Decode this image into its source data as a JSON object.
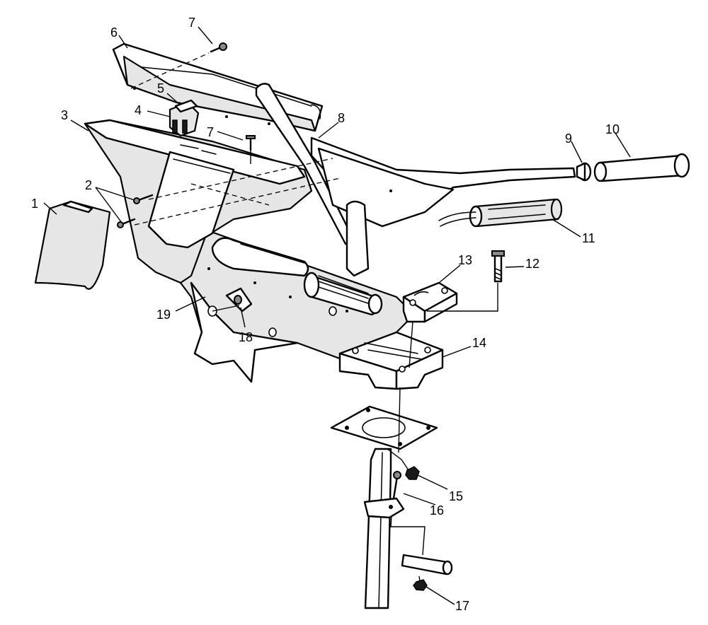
{
  "callouts": [
    {
      "id": "c1",
      "text": "1"
    },
    {
      "id": "c2",
      "text": "2"
    },
    {
      "id": "c3",
      "text": "3"
    },
    {
      "id": "c4",
      "text": "4"
    },
    {
      "id": "c5",
      "text": "5"
    },
    {
      "id": "c6",
      "text": "6"
    },
    {
      "id": "c7a",
      "text": "7"
    },
    {
      "id": "c7b",
      "text": "7"
    },
    {
      "id": "c8",
      "text": "8"
    },
    {
      "id": "c9",
      "text": "9"
    },
    {
      "id": "c10",
      "text": "10"
    },
    {
      "id": "c11",
      "text": "11"
    },
    {
      "id": "c12",
      "text": "12"
    },
    {
      "id": "c13",
      "text": "13"
    },
    {
      "id": "c14",
      "text": "14"
    },
    {
      "id": "c15",
      "text": "15"
    },
    {
      "id": "c16",
      "text": "16"
    },
    {
      "id": "c17",
      "text": "17"
    },
    {
      "id": "c18",
      "text": "18"
    },
    {
      "id": "c19",
      "text": "19"
    }
  ]
}
